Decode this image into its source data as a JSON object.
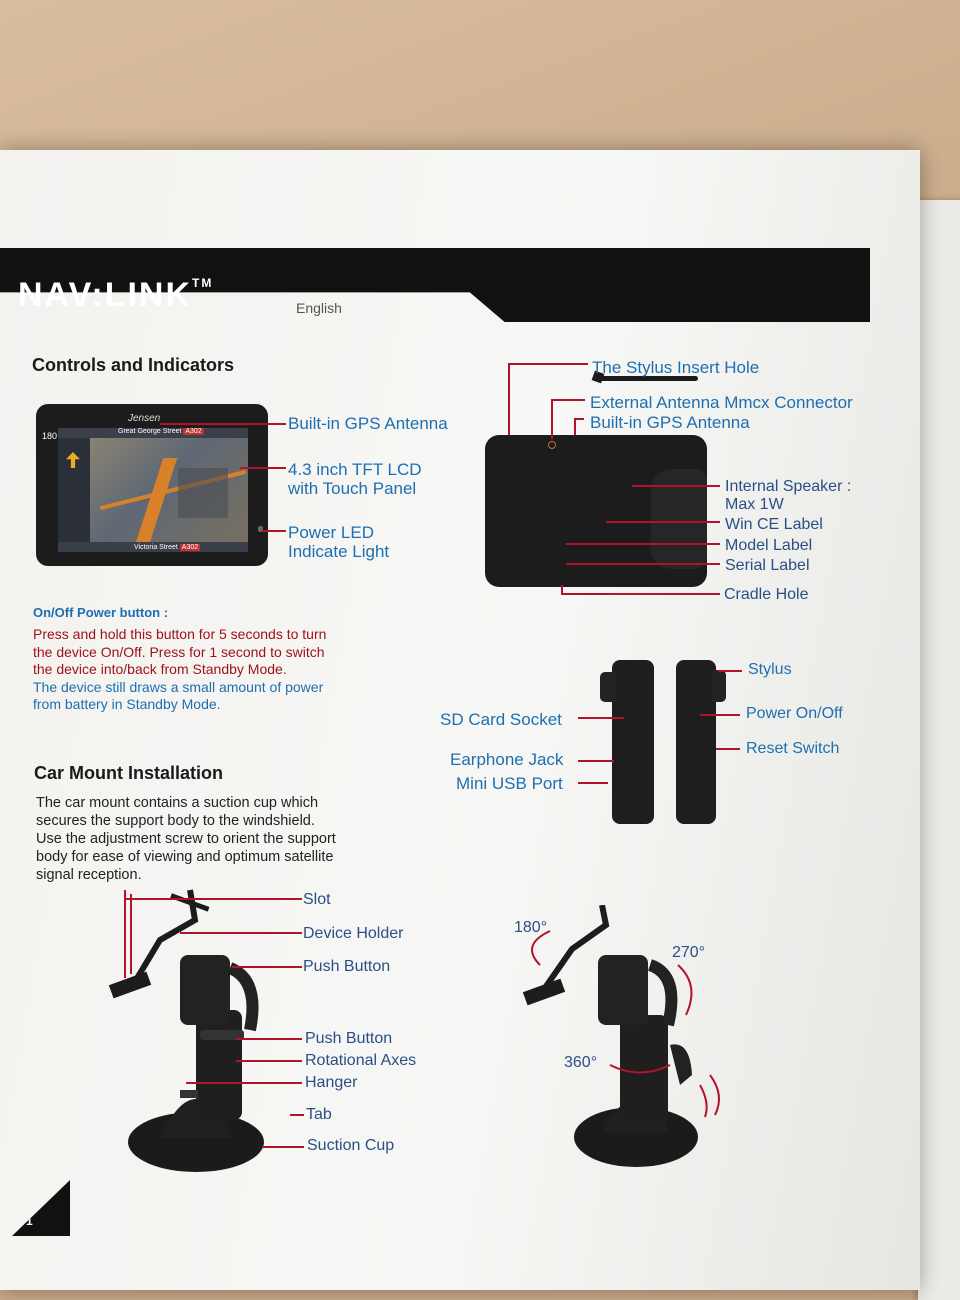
{
  "header": {
    "brand": "NAV:LINK",
    "tm": "TM",
    "language": "English"
  },
  "sections": {
    "controls_title": "Controls and Indicators",
    "car_mount_title": "Car Mount Installation"
  },
  "front_labels": {
    "gps": "Built-in GPS Antenna",
    "lcd1": "4.3 inch TFT LCD",
    "lcd2": "with Touch Panel",
    "led1": "Power LED",
    "led2": "Indicate Light"
  },
  "screen_text": {
    "brand": "Jensen",
    "street_top": "Great George Street",
    "road_top": "A302",
    "street_bottom": "Victoria Street",
    "road_bottom": "A302",
    "speed": "180"
  },
  "back_labels": {
    "stylus_hole": "The Stylus Insert Hole",
    "ext_antenna": "External Antenna Mmcx Connector",
    "gps": "Built-in GPS Antenna",
    "speaker1": "Internal Speaker :",
    "speaker2": "Max 1W",
    "wince": "Win CE Label",
    "model": "Model Label",
    "serial": "Serial Label",
    "cradle": "Cradle Hole"
  },
  "power": {
    "title": "On/Off Power button :",
    "lines_red": [
      "Press and hold this button for 5 seconds to turn",
      "the device On/Off. Press for 1 second to switch",
      "the device into/back from Standby Mode."
    ],
    "lines_blue": [
      "The device still draws a small amount of power",
      "from battery in Standby Mode."
    ]
  },
  "side_labels": {
    "stylus": "Stylus",
    "power": "Power On/Off",
    "reset": "Reset Switch",
    "sd": "SD Card Socket",
    "earphone": "Earphone Jack",
    "usb": "Mini USB Port"
  },
  "car_mount_text": [
    "The car mount contains a suction cup which",
    "secures the support body to the windshield.",
    "Use the adjustment screw to orient  the support",
    "body for ease of viewing and optimum satellite",
    "signal reception."
  ],
  "mount_labels": {
    "slot": "Slot",
    "holder": "Device Holder",
    "push1": "Push Button",
    "push2": "Push Button",
    "axes": "Rotational Axes",
    "hanger": "Hanger",
    "tab": "Tab",
    "suction": "Suction Cup"
  },
  "rotation": {
    "r180": "180°",
    "r270": "270°",
    "r360": "360°"
  },
  "page_number": "1"
}
